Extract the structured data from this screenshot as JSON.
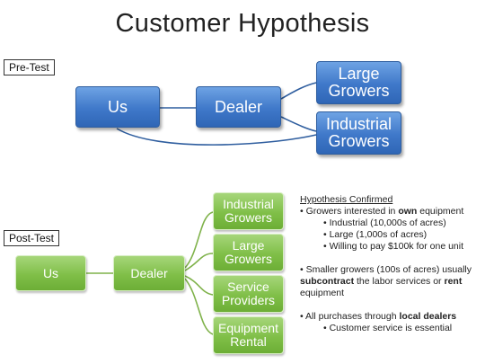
{
  "title": "Customer Hypothesis",
  "pre_test": {
    "tag": "Pre-Test",
    "us": "Us",
    "dealer": "Dealer",
    "large_growers": [
      "Large",
      "Growers"
    ],
    "industrial_growers": [
      "Industrial",
      "Growers"
    ]
  },
  "post_test": {
    "tag": "Post-Test",
    "us": "Us",
    "dealer": "Dealer",
    "targets": [
      [
        "Industrial",
        "Growers"
      ],
      [
        "Large",
        "Growers"
      ],
      [
        "Service",
        "Providers"
      ],
      [
        "Equipment",
        "Rental"
      ]
    ]
  },
  "notes": {
    "heading": "Hypothesis Confirmed",
    "b1_pre": "• Growers interested in ",
    "b1_bold": "own",
    "b1_post": " equipment",
    "sub1": "• Industrial (10,000s of acres)",
    "sub2": "• Large (1,000s of acres)",
    "sub3": "• Willing to pay $100k for one unit",
    "b2_line1": "• Smaller growers (100s of acres) usually",
    "b2_bold1": "subcontract",
    "b2_mid": " the labor services or ",
    "b2_bold2": "rent",
    "b2_line3": "equipment",
    "b3_pre": "• All purchases through ",
    "b3_bold": "local dealers",
    "sub4": "• Customer service is essential"
  },
  "colors": {
    "pre_box": "#3f78c9",
    "post_box": "#80bf48",
    "pre_line": "#2f5e9f",
    "post_line": "#7fb24a"
  }
}
